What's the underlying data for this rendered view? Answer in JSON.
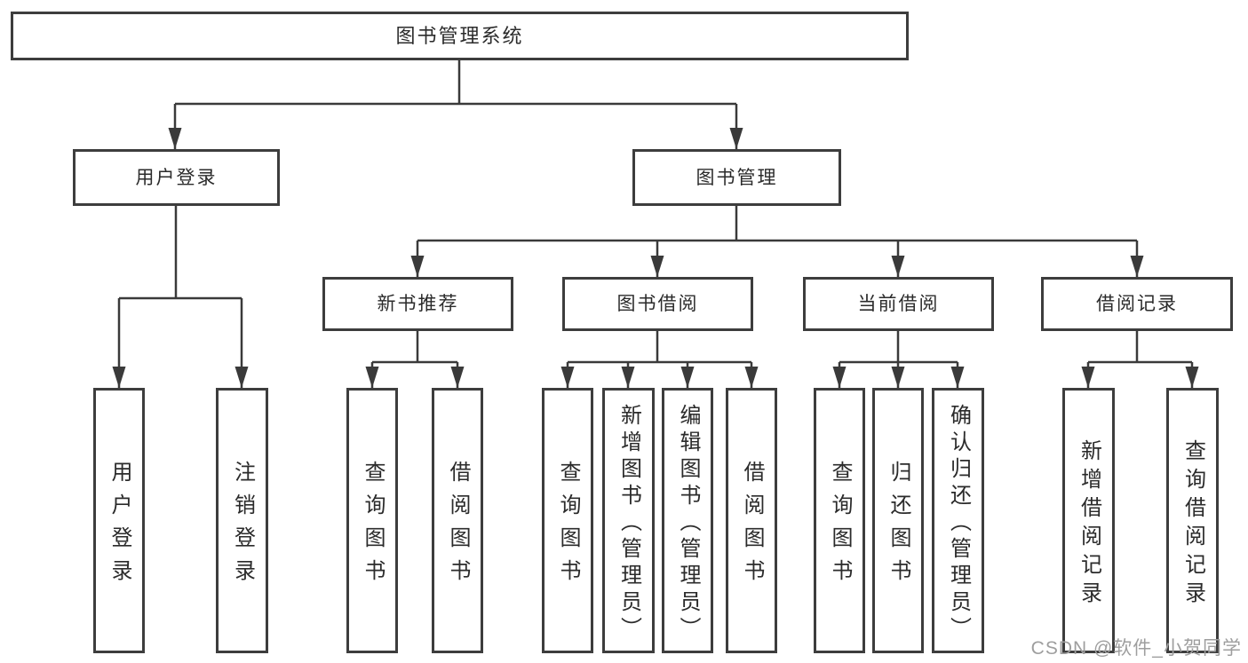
{
  "tree": {
    "root": {
      "label": "图书管理系统"
    },
    "branches": [
      {
        "label": "用户登录",
        "children": [
          {
            "label": "用户登录"
          },
          {
            "label": "注销登录"
          }
        ]
      },
      {
        "label": "图书管理",
        "children": [
          {
            "label": "新书推荐",
            "children": [
              {
                "label": "查询图书"
              },
              {
                "label": "借阅图书"
              }
            ]
          },
          {
            "label": "图书借阅",
            "children": [
              {
                "label": "查询图书"
              },
              {
                "label": "新增图书（管理员）"
              },
              {
                "label": "编辑图书（管理员）"
              },
              {
                "label": "借阅图书"
              }
            ]
          },
          {
            "label": "当前借阅",
            "children": [
              {
                "label": "查询图书"
              },
              {
                "label": "归还图书"
              },
              {
                "label": "确认归还（管理员）"
              }
            ]
          },
          {
            "label": "借阅记录",
            "children": [
              {
                "label": "新增借阅记录"
              },
              {
                "label": "查询借阅记录"
              }
            ]
          }
        ]
      }
    ]
  },
  "watermark": "CSDN @软件_小贺同学",
  "colors": {
    "line": "#3a3a3a",
    "border": "#3d3d3d",
    "text": "#2b2b2b",
    "watermark": "#9e9e9e",
    "background": "#ffffff"
  }
}
